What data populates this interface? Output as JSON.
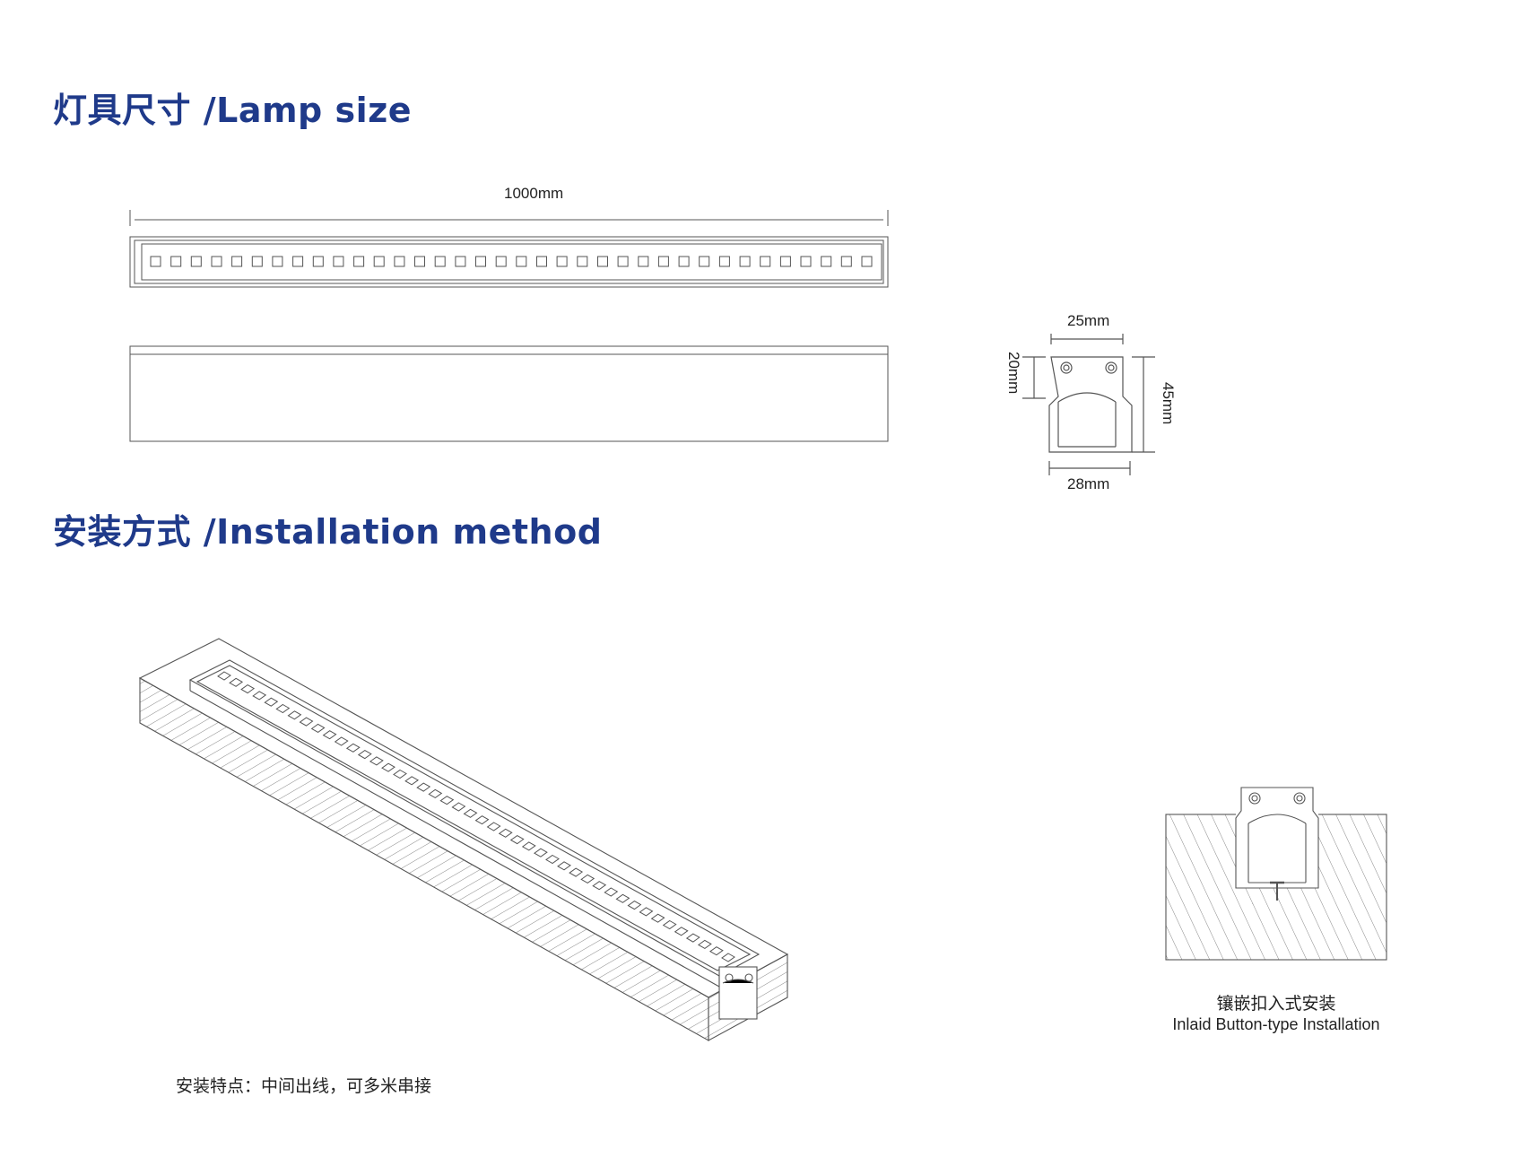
{
  "headings": {
    "lamp_size": "灯具尺寸 /Lamp size",
    "installation": "安装方式 /Installation method"
  },
  "dimensions": {
    "length": "1000mm",
    "top_width": "25mm",
    "bottom_width": "28mm",
    "upper_height": "20mm",
    "total_height": "45mm"
  },
  "diagram": {
    "led_count": 36,
    "iso_led_count": 44
  },
  "captions": {
    "install_feature": "安装特点：中间出线，可多米串接",
    "install_type_cn": "镶嵌扣入式安装",
    "install_type_en": "Inlaid Button-type Installation"
  },
  "colors": {
    "heading": "#1f3a8a",
    "line": "#555555"
  }
}
